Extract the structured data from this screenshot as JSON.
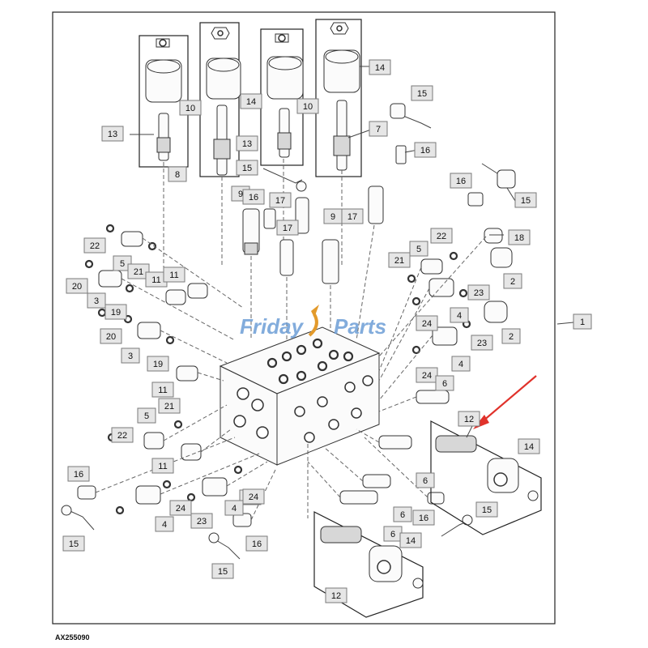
{
  "diagram": {
    "watermark_brand_left": "Friday",
    "watermark_brand_right": "Parts",
    "drawing_code": "AX255090",
    "callouts": [
      {
        "id": "c-10a",
        "label": "10"
      },
      {
        "id": "c-14a",
        "label": "14"
      },
      {
        "id": "c-10b",
        "label": "10"
      },
      {
        "id": "c-14b",
        "label": "14"
      },
      {
        "id": "c-13a",
        "label": "13"
      },
      {
        "id": "c-8",
        "label": "8"
      },
      {
        "id": "c-13b",
        "label": "13"
      },
      {
        "id": "c-7",
        "label": "7"
      },
      {
        "id": "c-15a",
        "label": "15"
      },
      {
        "id": "c-16a",
        "label": "16"
      },
      {
        "id": "c-15b",
        "label": "15"
      },
      {
        "id": "c-9a",
        "label": "9"
      },
      {
        "id": "c-16b",
        "label": "16"
      },
      {
        "id": "c-17a",
        "label": "17"
      },
      {
        "id": "c-9b",
        "label": "9"
      },
      {
        "id": "c-17b",
        "label": "17"
      },
      {
        "id": "c-17c",
        "label": "17"
      },
      {
        "id": "c-16c",
        "label": "16"
      },
      {
        "id": "c-15c",
        "label": "15"
      },
      {
        "id": "c-22a",
        "label": "22"
      },
      {
        "id": "c-5a",
        "label": "5"
      },
      {
        "id": "c-21a",
        "label": "21"
      },
      {
        "id": "c-11a",
        "label": "11"
      },
      {
        "id": "c-11b",
        "label": "11"
      },
      {
        "id": "c-20a",
        "label": "20"
      },
      {
        "id": "c-3a",
        "label": "3"
      },
      {
        "id": "c-19a",
        "label": "19"
      },
      {
        "id": "c-20b",
        "label": "20"
      },
      {
        "id": "c-3b",
        "label": "3"
      },
      {
        "id": "c-19b",
        "label": "19"
      },
      {
        "id": "c-11c",
        "label": "11"
      },
      {
        "id": "c-21b",
        "label": "21"
      },
      {
        "id": "c-5b",
        "label": "5"
      },
      {
        "id": "c-22b",
        "label": "22"
      },
      {
        "id": "c-11d",
        "label": "11"
      },
      {
        "id": "c-18",
        "label": "18"
      },
      {
        "id": "c-22c",
        "label": "22"
      },
      {
        "id": "c-5c",
        "label": "5"
      },
      {
        "id": "c-21c",
        "label": "21"
      },
      {
        "id": "c-2a",
        "label": "2"
      },
      {
        "id": "c-23a",
        "label": "23"
      },
      {
        "id": "c-4a",
        "label": "4"
      },
      {
        "id": "c-24a",
        "label": "24"
      },
      {
        "id": "c-2b",
        "label": "2"
      },
      {
        "id": "c-23b",
        "label": "23"
      },
      {
        "id": "c-4b",
        "label": "4"
      },
      {
        "id": "c-1",
        "label": "1"
      },
      {
        "id": "c-24b",
        "label": "24"
      },
      {
        "id": "c-6a",
        "label": "6"
      },
      {
        "id": "c-12a",
        "label": "12"
      },
      {
        "id": "c-14c",
        "label": "14"
      },
      {
        "id": "c-16d",
        "label": "16"
      },
      {
        "id": "c-15d",
        "label": "15"
      },
      {
        "id": "c-23c",
        "label": "23"
      },
      {
        "id": "c-4c",
        "label": "4"
      },
      {
        "id": "c-24c",
        "label": "24"
      },
      {
        "id": "c-23d",
        "label": "23"
      },
      {
        "id": "c-4d",
        "label": "4"
      },
      {
        "id": "c-24d",
        "label": "24"
      },
      {
        "id": "c-16e",
        "label": "16"
      },
      {
        "id": "c-6b",
        "label": "6"
      },
      {
        "id": "c-6c",
        "label": "6"
      },
      {
        "id": "c-16f",
        "label": "16"
      },
      {
        "id": "c-15e",
        "label": "15"
      },
      {
        "id": "c-6d",
        "label": "6"
      },
      {
        "id": "c-14d",
        "label": "14"
      },
      {
        "id": "c-15f",
        "label": "15"
      },
      {
        "id": "c-12b",
        "label": "12"
      }
    ],
    "arrow_color": "#e0322b"
  }
}
